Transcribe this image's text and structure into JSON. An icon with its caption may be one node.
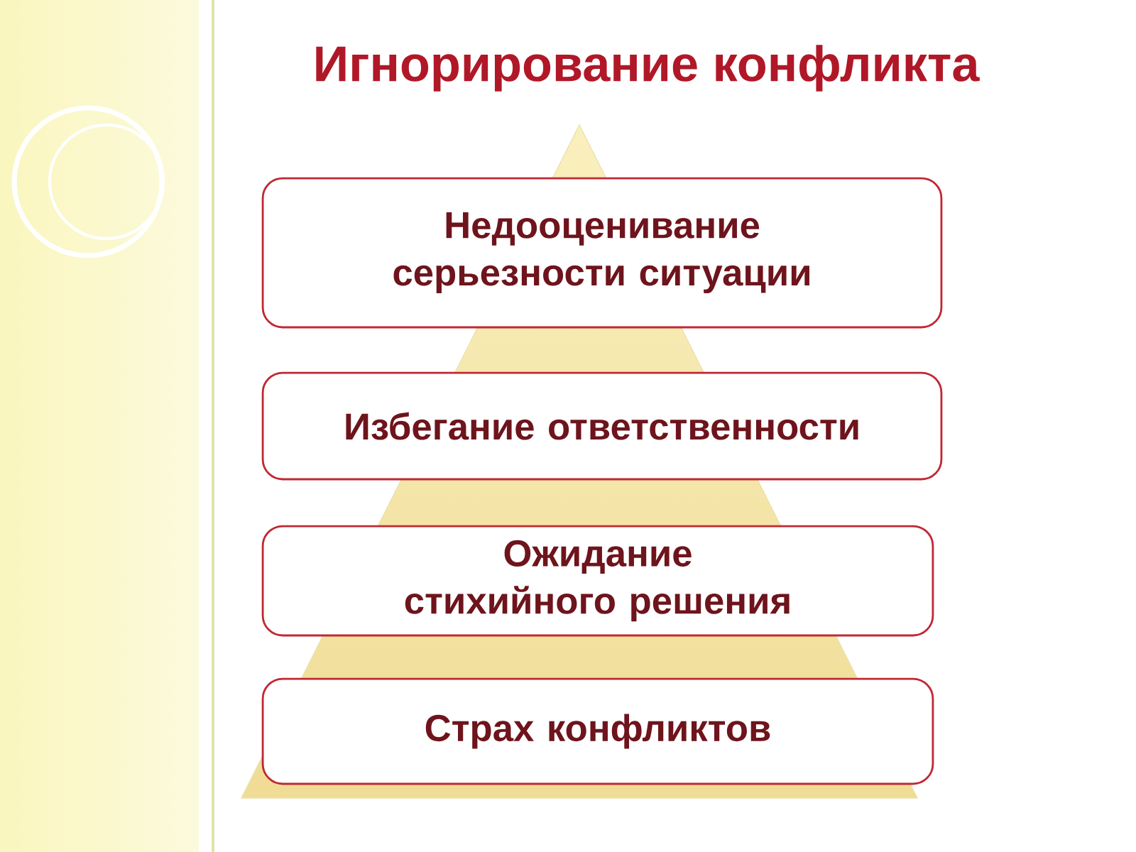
{
  "diagram": {
    "title": "Игнорирование конфликта",
    "nodes": [
      {
        "text": [
          "Недооценивание серьезности ситуации"
        ]
      },
      {
        "text": [
          "Избегание ответственности"
        ]
      },
      {
        "text": [
          "Ожидание стихийного решения"
        ]
      },
      {
        "text": [
          "Страх конфликтов"
        ]
      }
    ],
    "edges": []
  }
}
